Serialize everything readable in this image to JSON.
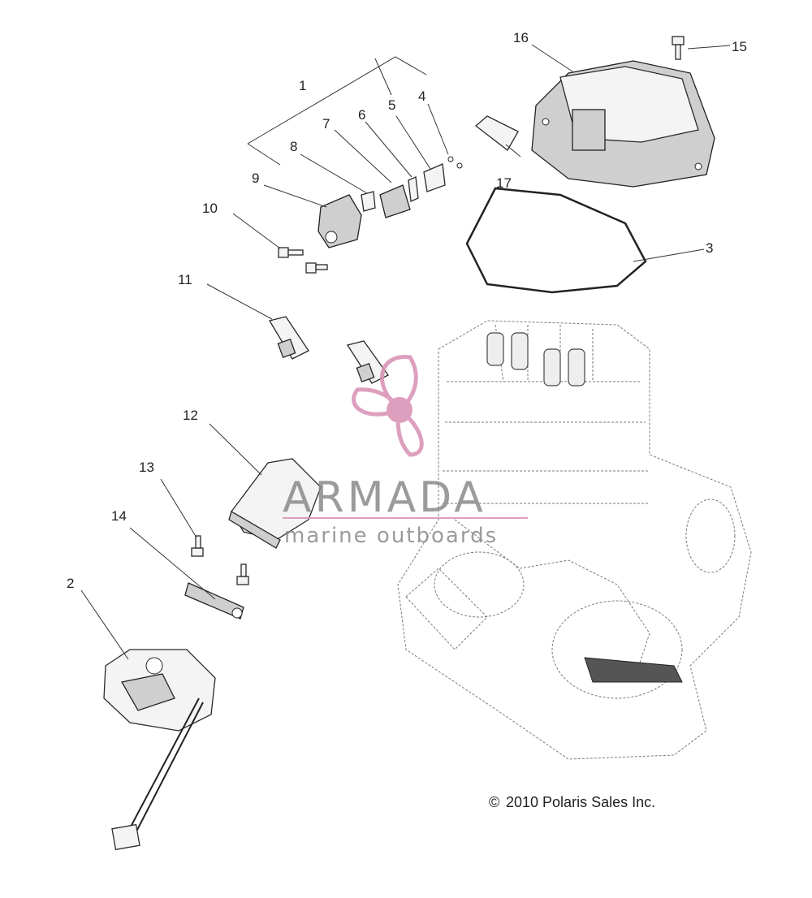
{
  "callouts": {
    "c1": "1",
    "c2": "2",
    "c3": "3",
    "c4": "4",
    "c5": "5",
    "c6": "6",
    "c7": "7",
    "c8": "8",
    "c9": "9",
    "c10": "10",
    "c11": "11",
    "c12": "12",
    "c13": "13",
    "c14": "14",
    "c15": "15",
    "c16": "16",
    "c17": "17"
  },
  "watermark": {
    "brand": "ARMADA",
    "tagline": "marine outboards",
    "brand_color": "#d98fb4",
    "text_color": "#8a8a8a"
  },
  "copyright": {
    "symbol": "©",
    "text": "2010 Polaris Sales Inc."
  }
}
